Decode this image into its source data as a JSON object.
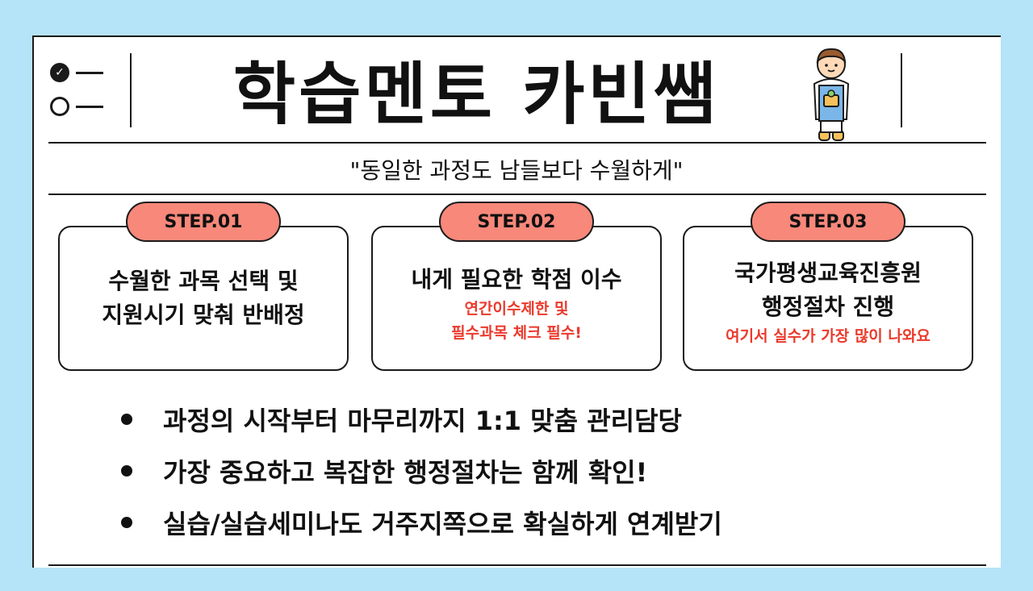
{
  "header": {
    "title": "학습멘토 카빈쌤",
    "subtitle": "\"동일한 과정도 남들보다 수월하게\""
  },
  "steps": [
    {
      "label": "STEP.01",
      "lines": [
        "수월한 과목 선택 및",
        "지원시기 맞춰 반배정"
      ],
      "notes": []
    },
    {
      "label": "STEP.02",
      "lines": [
        "내게 필요한 학점 이수"
      ],
      "notes": [
        "연간이수제한 및",
        "필수과목 체크 필수!"
      ]
    },
    {
      "label": "STEP.03",
      "lines": [
        "국가평생교육진흥원",
        "행정절차 진행"
      ],
      "notes": [
        "여기서 실수가 가장 많이 나와요"
      ]
    }
  ],
  "bullets": [
    "과정의 시작부터 마무리까지 1:1 맞춤 관리담당",
    "가장 중요하고 복잡한 행정절차는 함께 확인!",
    "실습/실습세미나도 거주지쪽으로 확실하게 연계받기"
  ],
  "colors": {
    "background": "#b5e3f7",
    "pill": "#f7887a",
    "note": "#ea3a2c"
  },
  "icons": {
    "checklist": "checklist-icon",
    "mascot": "teacher-mascot-icon",
    "bullet": "bullet-dot-icon"
  }
}
